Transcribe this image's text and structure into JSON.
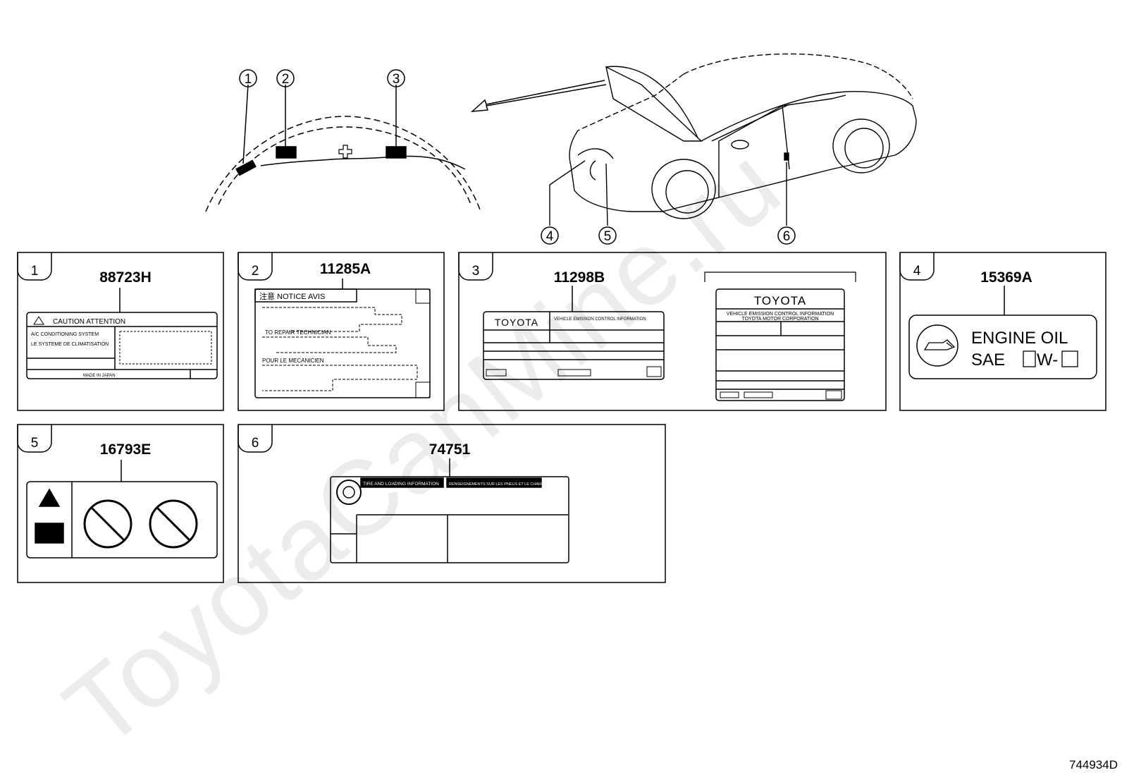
{
  "watermark": "ToyotaCanMine.ru",
  "figure_id": "744934D",
  "callouts": [
    "1",
    "2",
    "3",
    "4",
    "5",
    "6"
  ],
  "panels": [
    {
      "num": "1",
      "part": "88723H",
      "label": {
        "header": "CAUTION   ATTENTION",
        "line1": "A/C CONDITIONING SYSTEM",
        "line2": "LE SYSTEME DE CLIMATISATION",
        "foot": "MADE IN JAPAN"
      }
    },
    {
      "num": "2",
      "part": "11285A",
      "label": {
        "header": "注意  NOTICE   AVIS",
        "line1": "TO REPAIR TECHNICIAN",
        "line2": "POUR LE MECANICIEN"
      }
    },
    {
      "num": "3",
      "part": "11298B",
      "label": {
        "brand": "TOYOTA",
        "title": "VEHICLE EMISSION CONTROL INFORMATION",
        "title2": "TOYOTA MOTOR CORPORATION"
      }
    },
    {
      "num": "4",
      "part": "15369A",
      "label": {
        "line1": "ENGINE  OIL",
        "sae": "SAE",
        "w": "W-"
      }
    },
    {
      "num": "5",
      "part": "16793E"
    },
    {
      "num": "6",
      "part": "74751",
      "label": {
        "left": "TIRE AND LOADING INFORMATION",
        "right": "RENSEIGNEMENTS SUR LES PNEUS ET LE CHARGEMENT"
      }
    }
  ]
}
